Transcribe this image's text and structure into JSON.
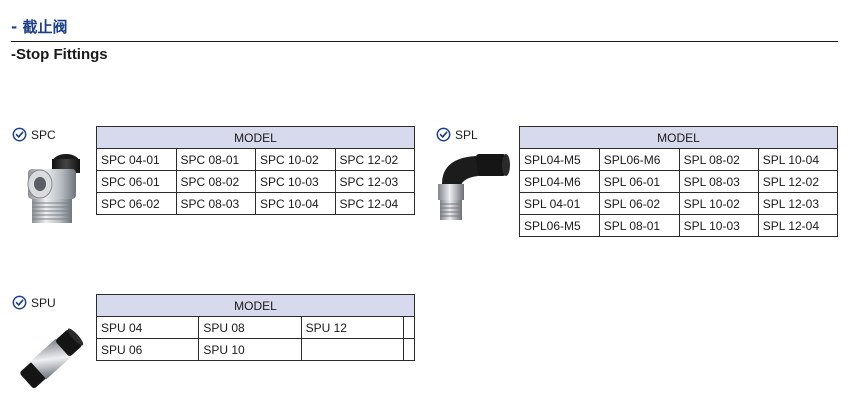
{
  "header": {
    "title_cn": "- 截止阀",
    "title_en": "-Stop Fittings"
  },
  "products": [
    {
      "name": "SPC",
      "header": "MODEL",
      "rows": [
        [
          "SPC 04-01",
          "SPC 08-01",
          "SPC 10-02",
          "SPC 12-02"
        ],
        [
          "SPC 06-01",
          "SPC 08-02",
          "SPC 10-03",
          "SPC 12-03"
        ],
        [
          "SPC 06-02",
          "SPC 08-03",
          "SPC 10-04",
          "SPC 12-04"
        ]
      ]
    },
    {
      "name": "SPL",
      "header": "MODEL",
      "rows": [
        [
          "SPL04-M5",
          "SPL06-M6",
          "SPL 08-02",
          "SPL 10-04"
        ],
        [
          "SPL04-M6",
          "SPL 06-01",
          "SPL 08-03",
          "SPL 12-02"
        ],
        [
          "SPL 04-01",
          "SPL 06-02",
          "SPL 10-02",
          "SPL 12-03"
        ],
        [
          "SPL06-M5",
          "SPL 08-01",
          "SPL 10-03",
          "SPL 12-04"
        ]
      ]
    },
    {
      "name": "SPU",
      "header": "MODEL",
      "rows": [
        [
          "SPU 04",
          "SPU 08",
          "SPU 12",
          ""
        ],
        [
          "SPU 06",
          "SPU 10",
          "",
          ""
        ]
      ]
    }
  ],
  "colors": {
    "accent": "#1d3f8a",
    "table_header_bg": "#d7d9ec",
    "border": "#2b2b2b"
  }
}
